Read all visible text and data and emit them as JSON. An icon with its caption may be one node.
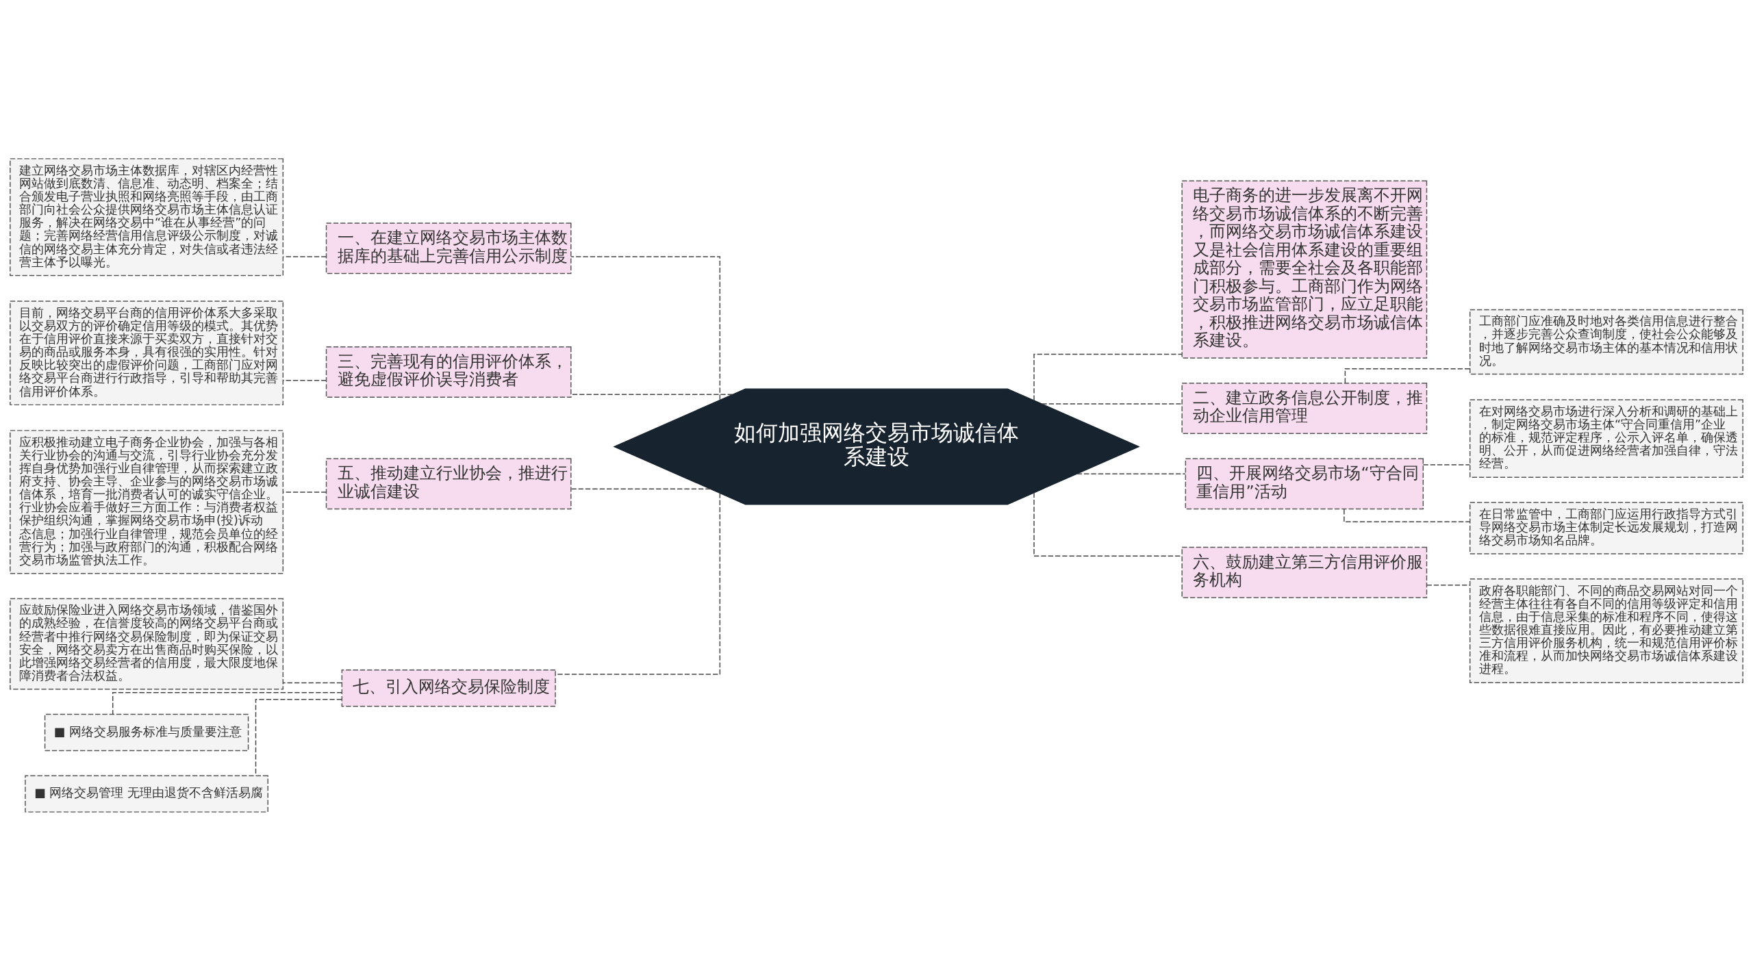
{
  "diagram": {
    "nodes": [
      {
        "text": [
          "如何加强网络交易市场诚信体系建设"
        ]
      },
      {
        "text": [
          "一、在建立网络交易市场主体数据库的基础上完善信用公示制度"
        ]
      },
      {
        "text": [
          "建立网络交易市场主体数据库，对辖区内经营性网站做到底数清、信息准、动态明、档案全；结合颁发电子营业执照和网络亮照等手段，由工商部门向社会公众提供网络交易市场主体信息认证服务，解决在网络交易中“谁在从事经营”的问题；完善网络经营信用信息评级公示制度，对诚信的网络交易主体充分肯定，对失信或者违法经营主体予以曝光。"
        ]
      },
      {
        "text": [
          "三、完善现有的信用评价体系，避免虚假评价误导消费者"
        ]
      },
      {
        "text": [
          "目前，网络交易平台商的信用评价体系大多采取以交易双方的评价确定信用等级的模式。其优势在于信用评价直接来源于买卖双方，直接针对交易的商品或服务本身，具有很强的实用性。针对反映比较突出的虚假评价问题，工商部门应对网络交易平台商进行行政指导，引导和帮助其完善信用评价体系。"
        ]
      },
      {
        "text": [
          "五、推动建立行业协会，推进行业诚信建设"
        ]
      },
      {
        "text": [
          "应积极推动建立电子商务企业协会，加强与各相关行业协会的沟通与交流，引导行业协会充分发挥自身优势加强行业自律管理，从而探索建立政府支持、协会主导、企业参与的网络交易市场诚信体系，培育一批消费者认可的诚实守信企业。行业协会应着手做好三方面工作：与消费者权益保护组织沟通，掌握网络交易市场申(投)诉动态信息；加强行业自律管理，规范会员单位的经营行为；加强与政府部门的沟通，积极配合网络交易市场监管执法工作。"
        ]
      },
      {
        "text": [
          "七、引入网络交易保险制度"
        ]
      },
      {
        "text": [
          "应鼓励保险业进入网络交易市场领域，借鉴国外的成熟经验，在信誉度较高的网络交易平台商或经营者中推行网络交易保险制度，即为保证交易安全，网络交易卖方在出售商品时购买保险，以此增强网络交易经营者的信用度，最大限度地保障消费者合法权益。"
        ]
      },
      {
        "text": [
          "■ 网络交易服务标准与质量要注意"
        ]
      },
      {
        "text": [
          "■ 网络交易管理 无理由退货不含鲜活易腐"
        ]
      },
      {
        "text": [
          "电子商务的进一步发展离不开网络交易市场诚信体系的不断完善，而网络交易市场诚信体系建设又是社会信用体系建设的重要组成部分，需要全社会及各职能部门积极参与。工商部门作为网络交易市场监管部门，应立足职能，积极推进网络交易市场诚信体系建设。"
        ]
      },
      {
        "text": [
          "二、建立政务信息公开制度，推动企业信用管理"
        ]
      },
      {
        "text": [
          "工商部门应准确及时地对各类信用信息进行整合，并逐步完善公众查询制度，使社会公众能够及时地了解网络交易市场主体的基本情况和信用状况。"
        ]
      },
      {
        "text": [
          "四、开展网络交易市场“守合同重信用”活动"
        ]
      },
      {
        "text": [
          "在对网络交易市场进行深入分析和调研的基础上，制定网络交易市场主体“守合同重信用”企业的标准，规范评定程序，公示入评名单，确保透明、公开，从而促进网络经营者加强自律，守法经营。"
        ]
      },
      {
        "text": [
          "在日常监管中，工商部门应运用行政指导方式引导网络交易市场主体制定长远发展规划，打造网络交易市场知名品牌。"
        ]
      },
      {
        "text": [
          "六、鼓励建立第三方信用评价服务机构"
        ]
      },
      {
        "text": [
          "政府各职能部门、不同的商品交易网站对同一个经营主体往往有各自不同的信用等级评定和信用信息，由于信息采集的标准和程序不同，使得这些数据很难直接应用。因此，有必要推动建立第三方信用评价服务机构，统一和规范信用评价标准和流程，从而加快网络交易市场诚信体系建设进程。"
        ]
      }
    ],
    "edges": [
      {
        "from": 0,
        "to": 1,
        "arrow": "none",
        "style": "dashed"
      },
      {
        "from": 1,
        "to": 2,
        "arrow": "none",
        "style": "dashed"
      },
      {
        "from": 0,
        "to": 3,
        "arrow": "none",
        "style": "dashed"
      },
      {
        "from": 3,
        "to": 4,
        "arrow": "none",
        "style": "dashed"
      },
      {
        "from": 0,
        "to": 5,
        "arrow": "none",
        "style": "dashed"
      },
      {
        "from": 5,
        "to": 6,
        "arrow": "none",
        "style": "dashed"
      },
      {
        "from": 0,
        "to": 7,
        "arrow": "none",
        "style": "dashed"
      },
      {
        "from": 7,
        "to": 8,
        "arrow": "none",
        "style": "dashed"
      },
      {
        "from": 7,
        "to": 9,
        "arrow": "none",
        "style": "dashed"
      },
      {
        "from": 7,
        "to": 10,
        "arrow": "none",
        "style": "dashed"
      },
      {
        "from": 0,
        "to": 11,
        "arrow": "none",
        "style": "dashed"
      },
      {
        "from": 0,
        "to": 12,
        "arrow": "none",
        "style": "dashed"
      },
      {
        "from": 12,
        "to": 13,
        "arrow": "none",
        "style": "dashed"
      },
      {
        "from": 0,
        "to": 14,
        "arrow": "none",
        "style": "dashed"
      },
      {
        "from": 14,
        "to": 15,
        "arrow": "none",
        "style": "dashed"
      },
      {
        "from": 14,
        "to": 16,
        "arrow": "none",
        "style": "dashed"
      },
      {
        "from": 0,
        "to": 17,
        "arrow": "none",
        "style": "dashed"
      },
      {
        "from": 17,
        "to": 18,
        "arrow": "none",
        "style": "dashed"
      }
    ]
  }
}
